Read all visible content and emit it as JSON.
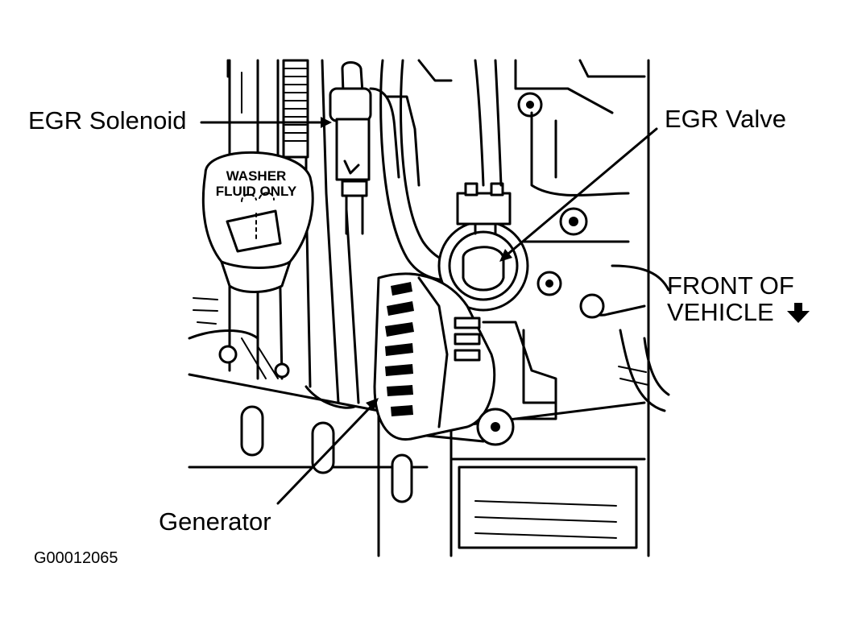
{
  "labels": {
    "egr_solenoid": "EGR Solenoid",
    "egr_valve": "EGR Valve",
    "front_line1": "FRONT OF",
    "front_line2": "VEHICLE",
    "generator": "Generator"
  },
  "washer_cap": {
    "line1": "WASHER",
    "line2": "FLUID ONLY"
  },
  "figure_id": "G00012065",
  "icons": [
    "down-arrow-icon",
    "wiper-icon"
  ]
}
